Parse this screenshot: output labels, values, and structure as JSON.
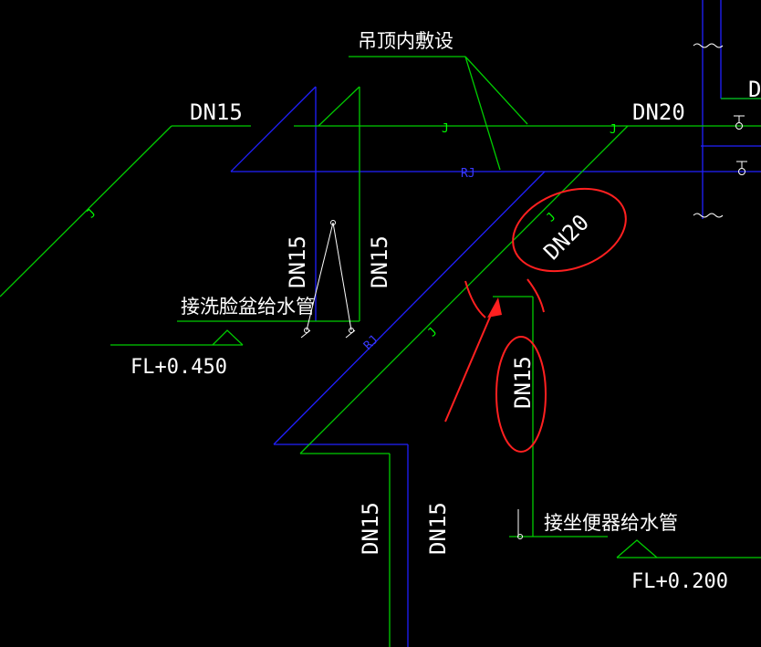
{
  "colors": {
    "background": "#000000",
    "cold_water_pipe": "#00cc00",
    "hot_water_pipe": "#2020ff",
    "text": "#ffffff",
    "markup": "#ff2020"
  },
  "labels": {
    "ceiling_note": "吊顶内敷设",
    "dn15_top_left": "DN15",
    "dn20_top_right": "DN20",
    "dn15_vert_a": "DN15",
    "dn15_vert_b": "DN15",
    "basin_note": "接洗脸盆给水管",
    "fl_basin": "FL+0.450",
    "dn20_diag": "DN20",
    "dn15_circled": "DN15",
    "dn15_bottom_a": "DN15",
    "dn15_bottom_b": "DN15",
    "toilet_note": "接坐便器给水管",
    "fl_toilet": "FL+0.200",
    "tag_j": "J",
    "tag_rj": "RJ",
    "cut_off_d": "D"
  }
}
